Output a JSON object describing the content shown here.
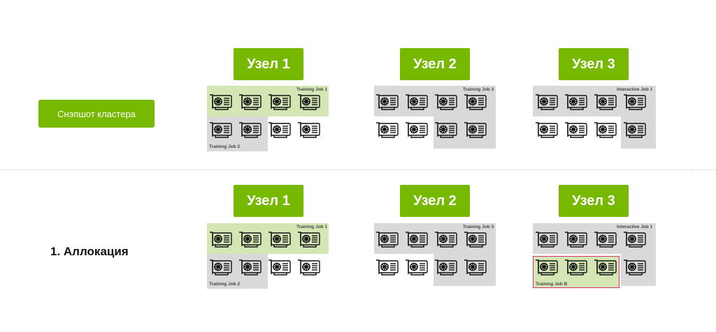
{
  "colors": {
    "accent": "#76b900",
    "job_green": "#d3e6b4",
    "job_gray": "#d9d9d9",
    "highlight_border": "#d6307a"
  },
  "icon": "gpu-card-icon",
  "rows": [
    {
      "label": "Снэпшот кластера",
      "label_style": "button",
      "nodes": [
        {
          "title": "Узел 1",
          "jobs": [
            {
              "label": "Training Job 1",
              "color": "green"
            },
            {
              "label": "Training Job 2",
              "color": "gray"
            }
          ]
        },
        {
          "title": "Узел 2",
          "jobs": [
            {
              "label": "Training Job 3",
              "color": "gray"
            }
          ]
        },
        {
          "title": "Узел 3",
          "jobs": [
            {
              "label": "Interactive Job 1",
              "color": "gray"
            }
          ]
        }
      ]
    },
    {
      "label": "1. Аллокация",
      "label_style": "text",
      "nodes": [
        {
          "title": "Узел 1",
          "jobs": [
            {
              "label": "Training Job 1",
              "color": "green"
            },
            {
              "label": "Training Job 2",
              "color": "gray"
            }
          ]
        },
        {
          "title": "Узел 2",
          "jobs": [
            {
              "label": "Training Job 3",
              "color": "gray"
            }
          ]
        },
        {
          "title": "Узел 3",
          "jobs": [
            {
              "label": "Interactive Job 1",
              "color": "gray"
            },
            {
              "label": "Training Job B",
              "color": "green",
              "highlighted": true
            }
          ]
        }
      ]
    }
  ]
}
